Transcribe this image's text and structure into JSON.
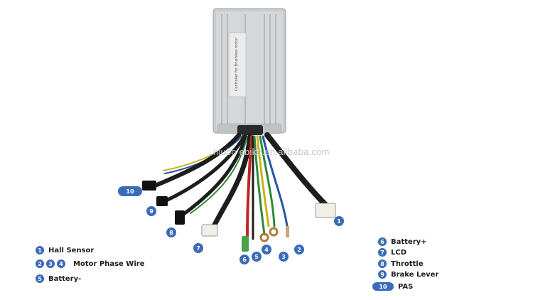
{
  "watermark": "niubo ebike.en.alibaba.com",
  "label_text": "Controller for Brushless motor",
  "callouts": [
    "1",
    "2",
    "3",
    "4",
    "5",
    "6",
    "7",
    "8",
    "9",
    "10"
  ],
  "legend_left": [
    {
      "badges": [
        "1"
      ],
      "label": "Hall Sensor"
    },
    {
      "badges": [
        "2",
        "3",
        "4"
      ],
      "label": "Motor Phase Wire"
    },
    {
      "badges": [
        "5"
      ],
      "label": "Battery-"
    }
  ],
  "legend_right": [
    {
      "badges": [
        "6"
      ],
      "label": "Battery+"
    },
    {
      "badges": [
        "7"
      ],
      "label": "LCD"
    },
    {
      "badges": [
        "8"
      ],
      "label": "Throttle"
    },
    {
      "badges": [
        "9"
      ],
      "label": "Brake Lever"
    },
    {
      "badges": [
        "10"
      ],
      "label": "PAS"
    }
  ],
  "colors": {
    "badge": "#3a6bb8",
    "housing": "#c9ccce",
    "wire_black": "#1d1d1d",
    "wire_green": "#2f8a3a",
    "wire_yellow": "#c9b21a",
    "wire_blue": "#2a52a8",
    "wire_red": "#c0261f"
  }
}
